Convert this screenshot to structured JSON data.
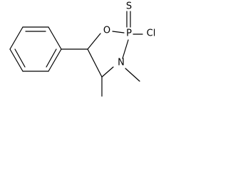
{
  "structure": {
    "atoms": {
      "O": "O",
      "P": "P",
      "S": "S",
      "Cl": "Cl",
      "N": "N"
    },
    "colors": {
      "bond": "#000000",
      "label": "#000000",
      "background": "#ffffff"
    }
  }
}
